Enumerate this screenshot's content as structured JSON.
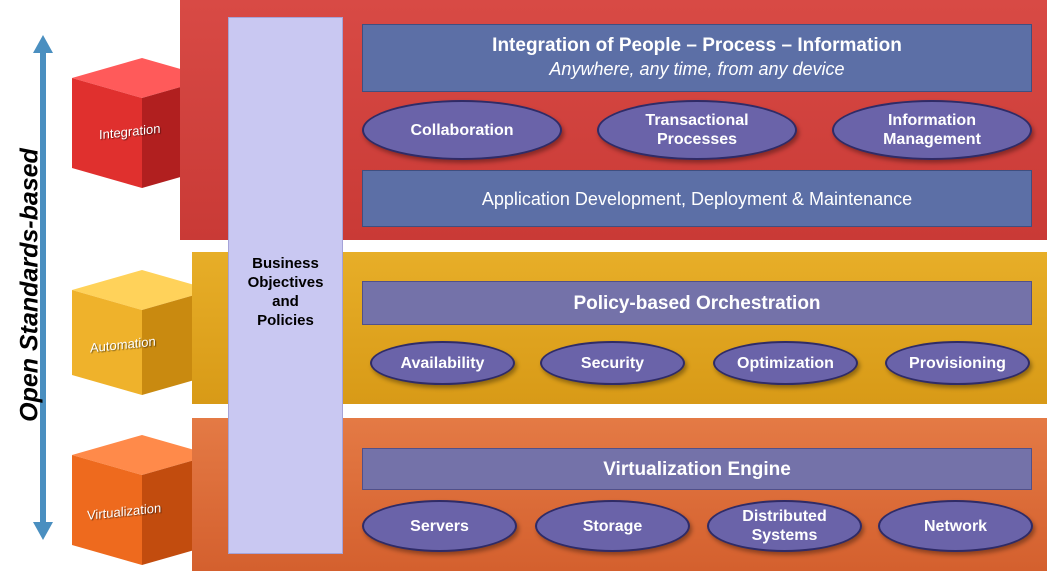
{
  "side_label": "Open Standards-based",
  "column_text": [
    "Business",
    "Objectives",
    "and",
    "Policies"
  ],
  "cubes": {
    "integration": {
      "label": "Integration",
      "color": "#e03a3a"
    },
    "automation": {
      "label": "Automation",
      "color": "#f0b52a"
    },
    "virtualization": {
      "label": "Virtualization",
      "color": "#ee6a1e"
    }
  },
  "integration": {
    "title": "Integration of People – Process – Information",
    "subtitle": "Anywhere, any time, from any device",
    "ellipses": [
      {
        "line1": "Collaboration",
        "line2": ""
      },
      {
        "line1": "Transactional",
        "line2": "Processes"
      },
      {
        "line1": "Information",
        "line2": "Management"
      }
    ],
    "bottom_bar": "Application Development, Deployment & Maintenance"
  },
  "automation": {
    "title": "Policy-based Orchestration",
    "ellipses": [
      "Availability",
      "Security",
      "Optimization",
      "Provisioning"
    ]
  },
  "virtualization": {
    "title": "Virtualization Engine",
    "ellipses": [
      {
        "line1": "Servers",
        "line2": ""
      },
      {
        "line1": "Storage",
        "line2": ""
      },
      {
        "line1": "Distributed",
        "line2": "Systems"
      },
      {
        "line1": "Network",
        "line2": ""
      }
    ]
  }
}
